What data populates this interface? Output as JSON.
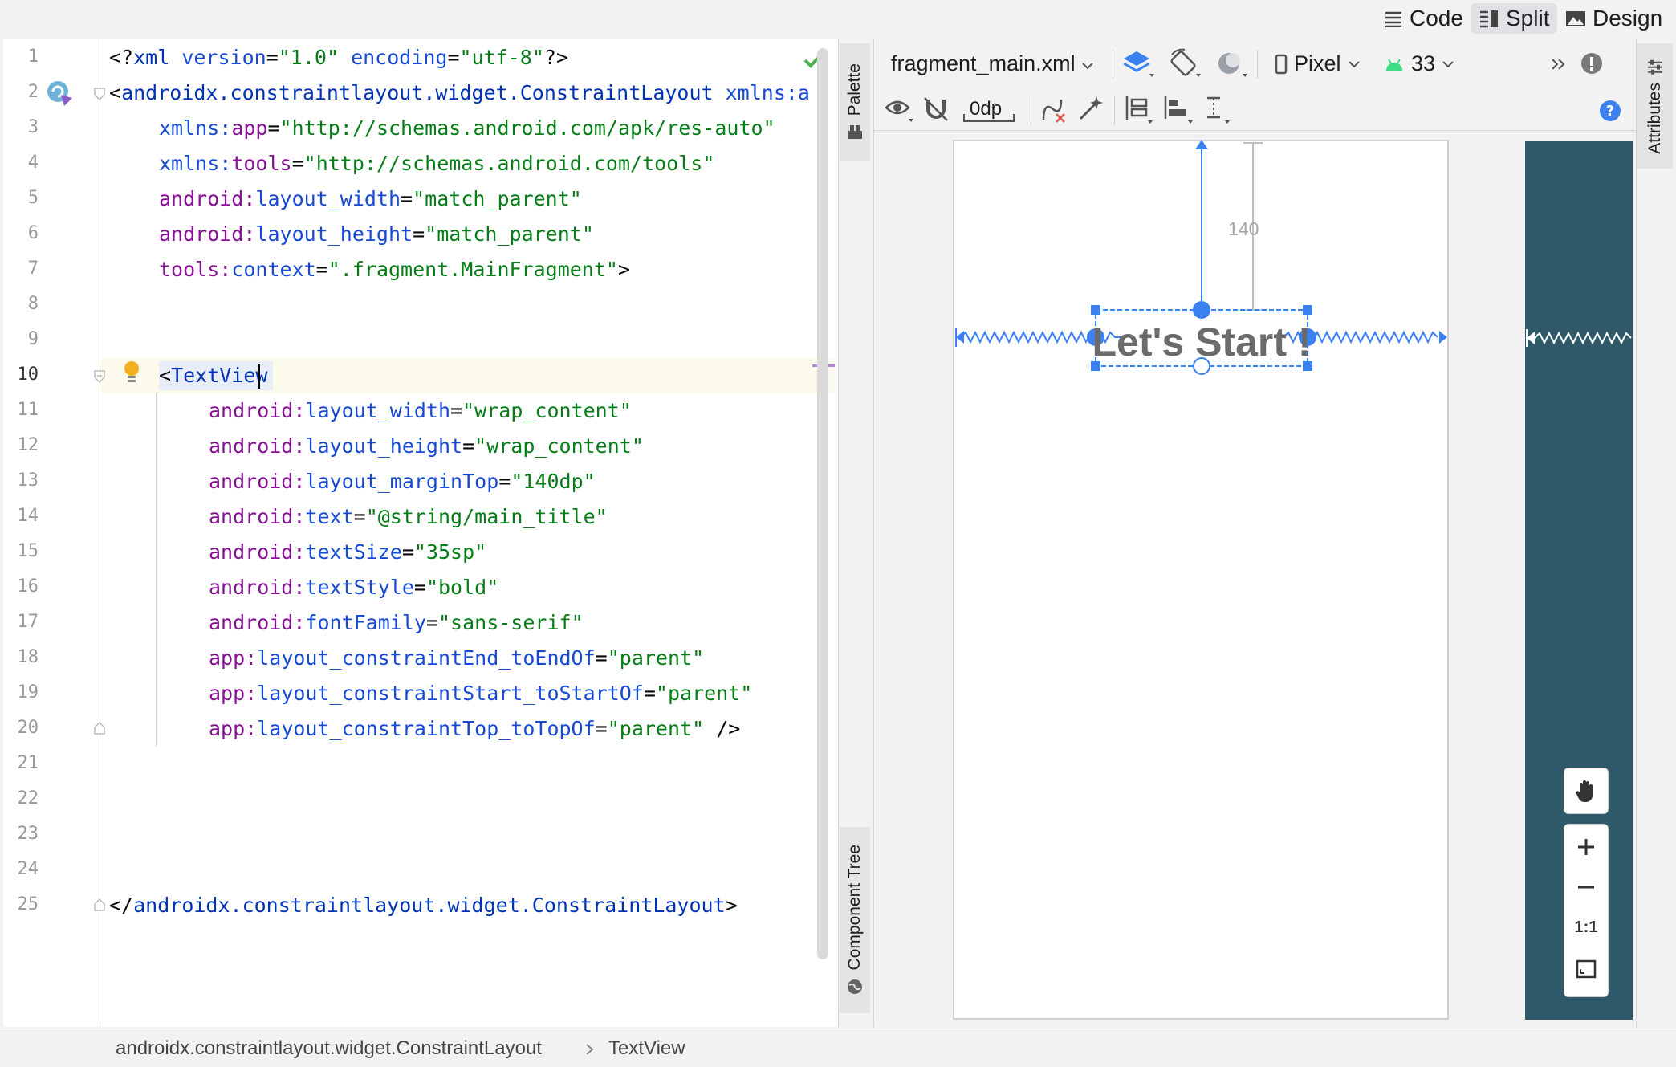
{
  "view_modes": [
    {
      "label": "Code",
      "icon": "list-lines-icon",
      "active": false
    },
    {
      "label": "Split",
      "icon": "split-view-icon",
      "active": true
    },
    {
      "label": "Design",
      "icon": "image-icon",
      "active": false
    }
  ],
  "editor": {
    "line_numbers": [
      "1",
      "2",
      "3",
      "4",
      "5",
      "6",
      "7",
      "8",
      "9",
      "10",
      "11",
      "12",
      "13",
      "14",
      "15",
      "16",
      "17",
      "18",
      "19",
      "20",
      "21",
      "22",
      "23",
      "24",
      "25"
    ],
    "current_line": "10",
    "lines": {
      "l1": {
        "a": "<?",
        "b": "xml",
        "c": " version",
        "d": "=",
        "e": "\"1.0\"",
        "f": " encoding",
        "g": "=",
        "h": "\"utf-8\"",
        "i": "?>"
      },
      "l2": {
        "a": "<",
        "b": "androidx.constraintlayout.widget.ConstraintLayout",
        "c": " xmlns:a"
      },
      "l3": {
        "a": "xmlns:",
        "b": "app",
        "c": "=",
        "d": "\"http://schemas.android.com/apk/res-auto\""
      },
      "l4": {
        "a": "xmlns:",
        "b": "tools",
        "c": "=",
        "d": "\"http://schemas.android.com/tools\""
      },
      "l5": {
        "a": "android:",
        "b": "layout_width",
        "c": "=",
        "d": "\"match_parent\""
      },
      "l6": {
        "a": "android:",
        "b": "layout_height",
        "c": "=",
        "d": "\"match_parent\""
      },
      "l7": {
        "a": "tools:",
        "b": "context",
        "c": "=",
        "d": "\".fragment.MainFragment\"",
        "e": ">"
      },
      "l10": {
        "a": "<",
        "b": "TextView"
      },
      "l11": {
        "a": "android:",
        "b": "layout_width",
        "c": "=",
        "d": "\"wrap_content\""
      },
      "l12": {
        "a": "android:",
        "b": "layout_height",
        "c": "=",
        "d": "\"wrap_content\""
      },
      "l13": {
        "a": "android:",
        "b": "layout_marginTop",
        "c": "=",
        "d": "\"140dp\""
      },
      "l14": {
        "a": "android:",
        "b": "text",
        "c": "=",
        "d": "\"@string/main_title\""
      },
      "l15": {
        "a": "android:",
        "b": "textSize",
        "c": "=",
        "d": "\"35sp\""
      },
      "l16": {
        "a": "android:",
        "b": "textStyle",
        "c": "=",
        "d": "\"bold\""
      },
      "l17": {
        "a": "android:",
        "b": "fontFamily",
        "c": "=",
        "d": "\"sans-serif\""
      },
      "l18": {
        "a": "app:",
        "b": "layout_constraintEnd_toEndOf",
        "c": "=",
        "d": "\"parent\""
      },
      "l19": {
        "a": "app:",
        "b": "layout_constraintStart_toStartOf",
        "c": "=",
        "d": "\"parent\""
      },
      "l20": {
        "a": "app:",
        "b": "layout_constraintTop_toTopOf",
        "c": "=",
        "d": "\"parent\"",
        "e": " />"
      },
      "l25": {
        "a": "</",
        "b": "androidx.constraintlayout.widget.ConstraintLayout",
        "c": ">"
      }
    }
  },
  "side_tabs": {
    "palette": "Palette",
    "component_tree": "Component Tree",
    "attributes": "Attributes"
  },
  "design_toolbar": {
    "file_name": "fragment_main.xml",
    "device": "Pixel",
    "api_level": "33",
    "default_margin": "0dp"
  },
  "preview": {
    "text": "Let's Start !",
    "margin_label": "140"
  },
  "zoom_controls": {
    "one_to_one": "1:1"
  },
  "breadcrumb": [
    "androidx.constraintlayout.widget.ConstraintLayout",
    "TextView"
  ],
  "colors": {
    "accent": "#3b82f0",
    "blueprint": "#2f5968",
    "xml_tag": "#0033b3",
    "xml_namespace": "#871094",
    "xml_string": "#067d17",
    "status_ok": "#4caf50"
  }
}
